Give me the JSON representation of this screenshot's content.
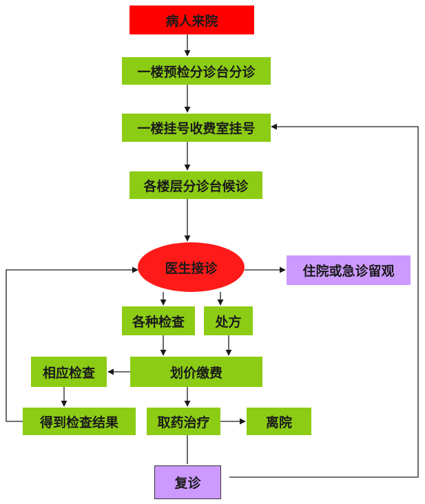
{
  "nodes": {
    "arrival": "病人来院",
    "triage_1f": "一楼预检分诊台分诊",
    "register_1f": "一楼挂号收费室挂号",
    "floor_wait": "各楼层分诊台候诊",
    "doctor_visit": "医生接诊",
    "hospitalize": "住院或急诊留观",
    "exams": "各种检查",
    "prescription": "处方",
    "exam_match": "相应检查",
    "pricing_payment": "划价缴费",
    "exam_results": "得到检查结果",
    "get_medicine": "取药治疗",
    "leave": "离院",
    "revisit": "复诊"
  },
  "colors": {
    "process": "#8ccc14",
    "start": "#ff0000",
    "decision": "#ff1a1a",
    "terminal": "#cc99ff",
    "line": "#1a1a1a"
  }
}
